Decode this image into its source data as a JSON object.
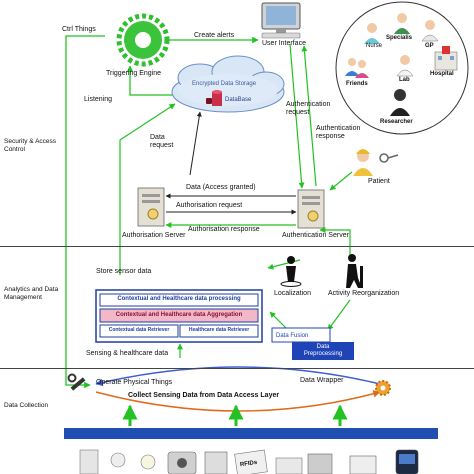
{
  "layers": {
    "security": "Security & Access Control",
    "analytics": "Analytics and Data Management",
    "collection": "Data Collection"
  },
  "nodes": {
    "triggering_engine": "Triggering Engine",
    "user_interface": "User Interface",
    "cloud": "Encrypted Data Storage",
    "database": "DataBase",
    "authorisation_server": "Authorisation Server",
    "authentication_server": "Authentication Server",
    "patient": "Patient",
    "localization": "Localization",
    "activity": "Activity Reorganization",
    "data_fusion": "Data Fusion",
    "data_preprocessing": "Data Preprocessing",
    "data_wrapper": "Data Wrapper"
  },
  "users": [
    "Nurse",
    "Specialis",
    "GP",
    "Friends",
    "Lab",
    "Hospital",
    "Researcher"
  ],
  "processing": {
    "ctx_processing": "Contextual and Healthcare data processing",
    "ctx_aggregation": "Contextual and Healthcare data Aggregation",
    "ctx_retriever": "Contextual data Retriever",
    "hc_retriever": "Healthcare data Retriever"
  },
  "edges": {
    "ctrl_things": "Ctrl Things",
    "create_alerts": "Create alerts",
    "listening": "Listening",
    "data_request": "Data request",
    "auth_request": "Authentication request",
    "auth_response": "Authentication response",
    "data_access": "Data (Access granted)",
    "authorisation_request": "Authorisation request",
    "authorisation_response": "Authorisation response",
    "store_sensor": "Store sensor data",
    "sensing": "Sensing & healthcare data",
    "operate": "Operate Physical Things",
    "collect": "Collect Sensing Data from Data Access Layer"
  },
  "devices": [
    "RFIDs"
  ],
  "colors": {
    "arrow_green": "#22c222",
    "engine_green": "#2fbf2f",
    "collector_bar": "#1f4fb0",
    "proc_border": "#1f3f9f",
    "aggregation_fill": "#f2b8c8",
    "fusion_fill": "#1f44b8",
    "loop_blue": "#3d5fd0",
    "loop_orange": "#e06a1a"
  }
}
